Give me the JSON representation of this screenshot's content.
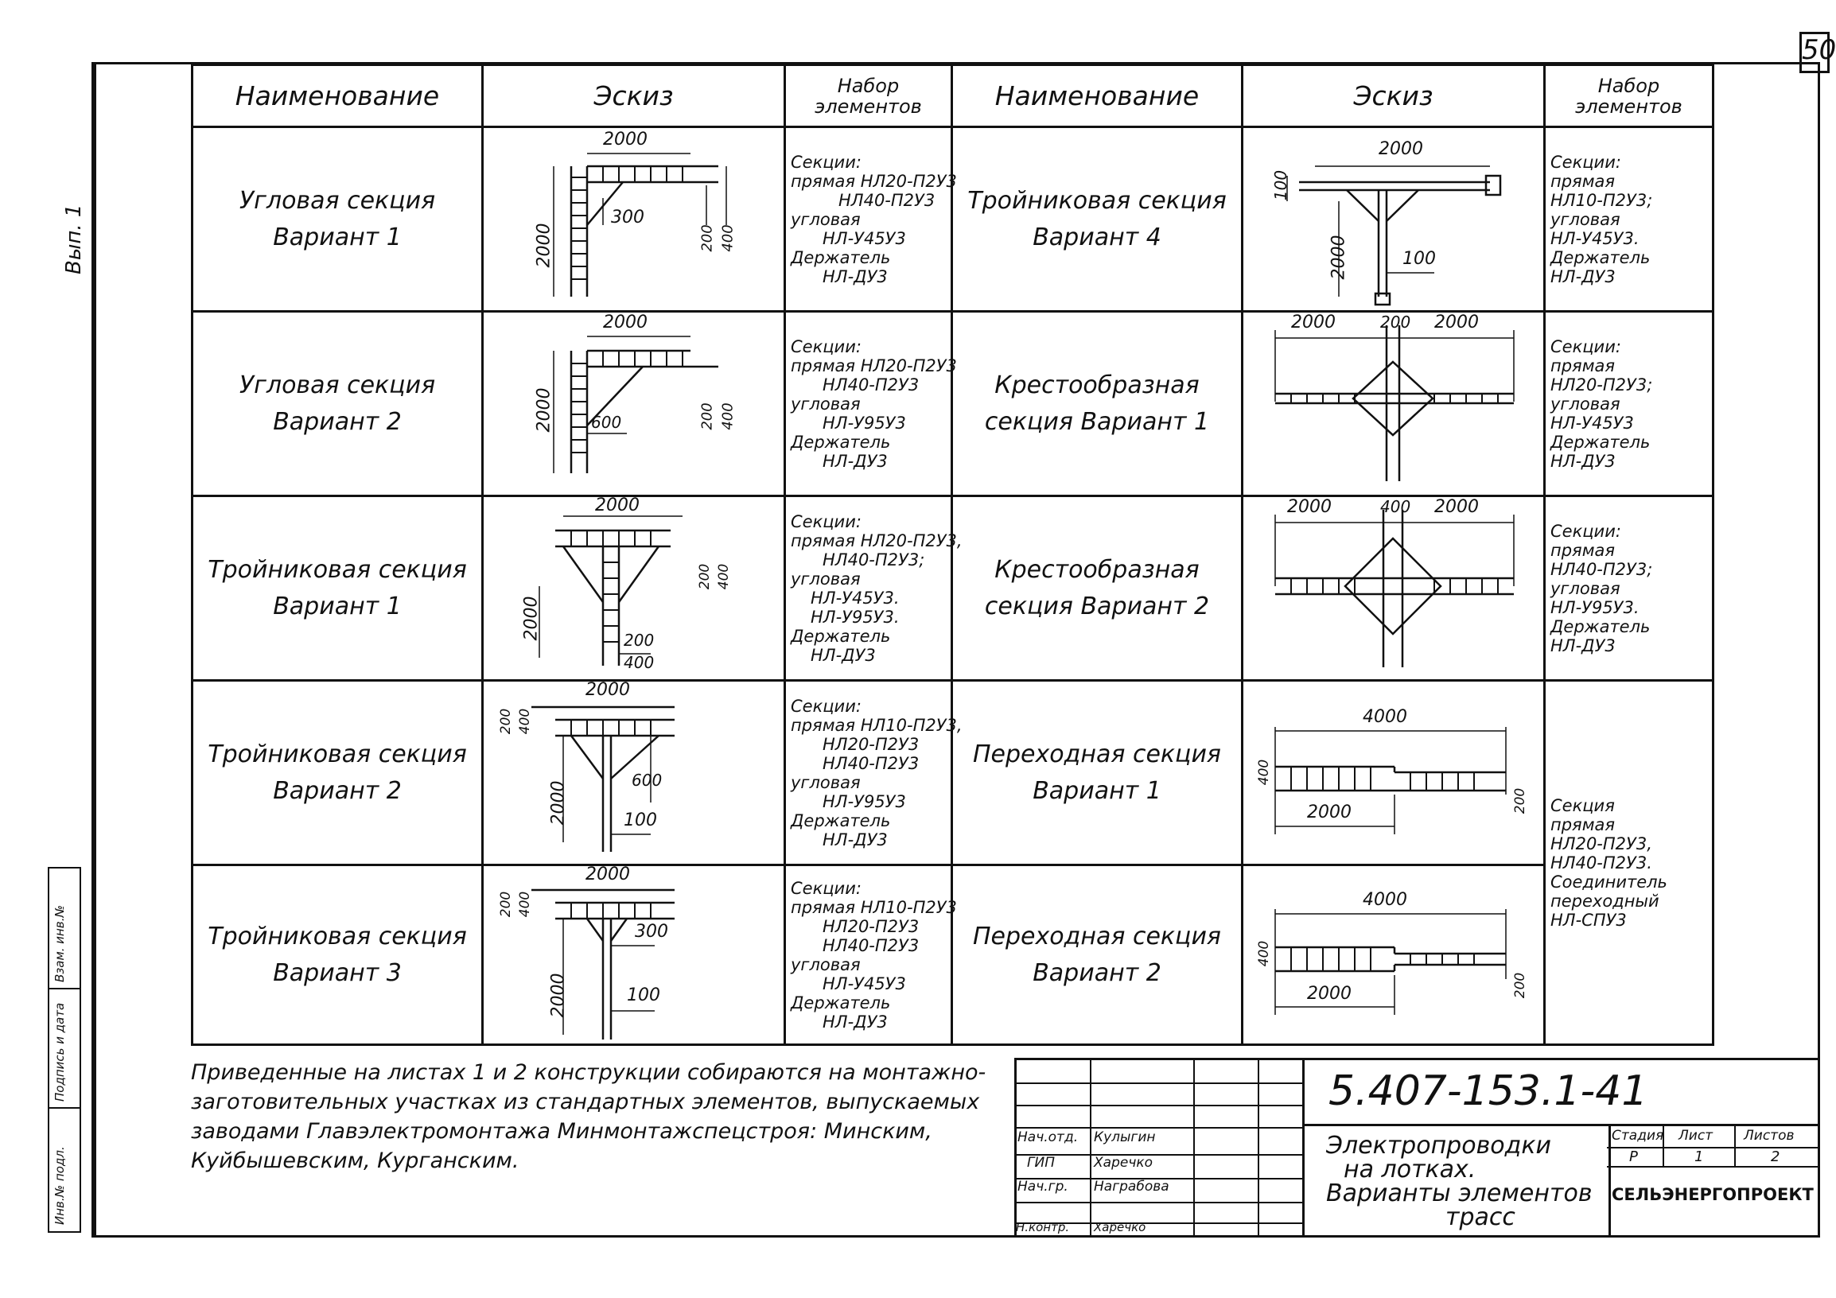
{
  "page_number": "50",
  "side": {
    "issue": "Вып. 1",
    "stamp": [
      "Инв.№ подл.",
      "Подпись и дата",
      "Взам. инв.№"
    ]
  },
  "headers": {
    "name": "Наименование",
    "sketch": "Эскиз",
    "set": "Набор элементов"
  },
  "rows": [
    {
      "left": {
        "name": "Угловая секция Вариант 1",
        "dims": [
          "2000",
          "2000",
          "300",
          "200",
          "400"
        ],
        "set": [
          "Секции:",
          "прямая НЛ20-П2У3",
          "НЛ40-П2У3",
          "угловая",
          "НЛ-У45У3",
          "Держатель",
          "НЛ-ДУ3"
        ]
      },
      "right": {
        "name": "Тройниковая секция Вариант 4",
        "dims": [
          "2000",
          "100",
          "2000",
          "100"
        ],
        "set": [
          "Секции:",
          "прямая",
          "НЛ10-П2У3;",
          "угловая",
          "НЛ-У45У3.",
          "Держатель",
          "НЛ-ДУ3"
        ]
      }
    },
    {
      "left": {
        "name": "Угловая секция Вариант 2",
        "dims": [
          "2000",
          "2000",
          "600",
          "200",
          "400"
        ],
        "set": [
          "Секции:",
          "прямая НЛ20-П2У3",
          "НЛ40-П2У3",
          "угловая",
          "НЛ-У95У3",
          "Держатель",
          "НЛ-ДУ3"
        ]
      },
      "right": {
        "name": "Крестообразная секция Вариант 1",
        "dims": [
          "2000",
          "200",
          "2000"
        ],
        "set": [
          "Секции:",
          "прямая",
          "НЛ20-П2У3;",
          "угловая",
          "НЛ-У45У3",
          "Держатель",
          "НЛ-ДУ3"
        ]
      }
    },
    {
      "left": {
        "name": "Тройниковая секция Вариант 1",
        "dims": [
          "2000",
          "2000",
          "200",
          "400",
          "200",
          "400"
        ],
        "set": [
          "Секции:",
          "прямая НЛ20-П2У3,",
          "НЛ40-П2У3;",
          "угловая",
          "НЛ-У45У3.",
          "НЛ-У95У3.",
          "Держатель",
          "НЛ-ДУ3"
        ]
      },
      "right": {
        "name": "Крестообразная секция Вариант 2",
        "dims": [
          "2000",
          "400",
          "2000"
        ],
        "set": [
          "Секции:",
          "прямая",
          "НЛ40-П2У3;",
          "угловая",
          "НЛ-У95У3.",
          "Держатель",
          "НЛ-ДУ3"
        ]
      }
    },
    {
      "left": {
        "name": "Тройниковая секция Вариант 2",
        "dims": [
          "2000",
          "200",
          "400",
          "600",
          "2000",
          "100"
        ],
        "set": [
          "Секции:",
          "прямая НЛ10-П2У3,",
          "НЛ20-П2У3",
          "НЛ40-П2У3",
          "угловая",
          "НЛ-У95У3",
          "Держатель",
          "НЛ-ДУ3"
        ]
      },
      "right": {
        "name": "Переходная секция Вариант 1",
        "dims": [
          "4000",
          "400",
          "2000",
          "200"
        ],
        "set": [
          "Секция",
          "прямая",
          "НЛ20-П2У3,",
          "НЛ40-П2У3.",
          "Соединитель",
          "переходный",
          "НЛ-СПУ3"
        ]
      }
    },
    {
      "left": {
        "name": "Тройниковая секция Вариант 3",
        "dims": [
          "2000",
          "200",
          "400",
          "300",
          "2000",
          "100"
        ],
        "set": [
          "Секции:",
          "прямая НЛ10-П2У3",
          "НЛ20-П2У3",
          "НЛ40-П2У3",
          "угловая",
          "НЛ-У45У3",
          "Держатель",
          "НЛ-ДУ3"
        ]
      },
      "right": {
        "name": "Переходная секция Вариант 2",
        "dims": [
          "4000",
          "400",
          "2000",
          "200"
        ],
        "set": []
      }
    }
  ],
  "note": "Приведенные на листах 1 и 2 конструкции собираются на монтажно-заготовительных участках из стандартных элементов, выпускаемых заводами Главэлектромонтажа Минмонтажспецстроя: Минским, Куйбышевским, Курганским.",
  "title_block": {
    "code": "5.407-153.1-41",
    "roles": [
      {
        "role": "Нач.отд.",
        "name": "Кулыгин"
      },
      {
        "role": "ГИП",
        "name": "Харечко"
      },
      {
        "role": "Нач.гр.",
        "name": "Награбова"
      },
      {
        "role": "Н.контр.",
        "name": "Харечко"
      }
    ],
    "title": [
      "Электропроводки",
      "на лотках.",
      "Варианты элементов",
      "трасс"
    ],
    "stage_label": "Стадия",
    "stage": "Р",
    "sheet_label": "Лист",
    "sheet": "1",
    "sheets_label": "Листов",
    "sheets": "2",
    "org": "СЕЛЬЭНЕРГОПРОЕКТ"
  }
}
